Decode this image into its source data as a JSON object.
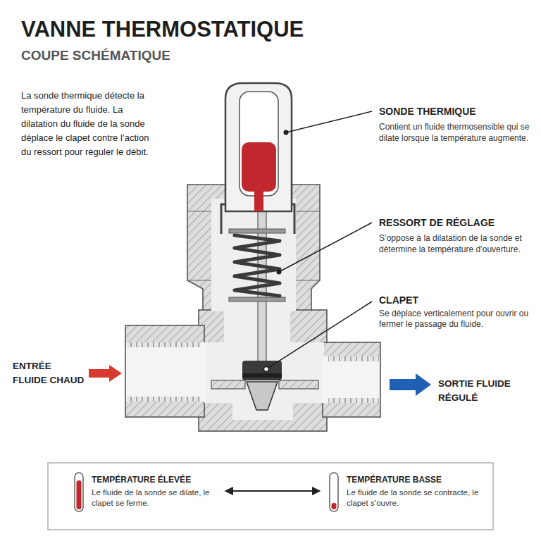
{
  "diagram": {
    "title": "VANNE THERMOSTATIQUE",
    "nodes": [
      {
        "text": [
          "TEMPÉRATURE ÉLEVÉE",
          "Le fluide de la sonde se dilate, le clapet se ferme."
        ]
      },
      {
        "text": [
          "TEMPÉRATURE BASSE",
          "Le fluide de la sonde se contracte, le clapet s’ouvre."
        ]
      }
    ],
    "edges": [
      {
        "from": 0,
        "to": 1,
        "arrow": "both"
      }
    ],
    "labels": [
      "COUPE SCHÉMATIQUE",
      "La sonde thermique détecte la température du fluide. La dilatation du fluide de la sonde déplace le clapet contre l’action du ressort pour réguler le débit.",
      "SONDE THERMIQUE",
      "Contient un fluide thermosensible qui se dilate lorsque la température augmente.",
      "RESSORT DE RÉGLAGE",
      "S’oppose à la dilatation de la sonde et détermine la température d’ouverture.",
      "CLAPET",
      "Se déplace verticalement pour ouvrir ou fermer le passage du fluide.",
      "ENTRÉE FLUIDE CHAUD",
      "SORTIE FLUIDE RÉGULÉ"
    ]
  }
}
